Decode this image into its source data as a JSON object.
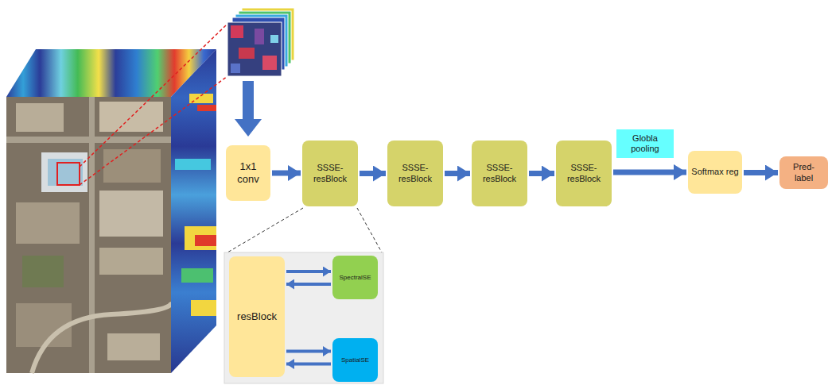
{
  "diagram": {
    "nodes": [
      {
        "text": [
          "1x1 conv"
        ]
      },
      {
        "text": [
          "SSSE- resBlock"
        ]
      },
      {
        "text": [
          "SSSE- resBlock"
        ]
      },
      {
        "text": [
          "SSSE- resBlock"
        ]
      },
      {
        "text": [
          "SSSE- resBlock"
        ]
      },
      {
        "text": [
          "Globla pooling"
        ]
      },
      {
        "text": [
          "Softmax reg"
        ]
      },
      {
        "text": [
          "Pred- label"
        ]
      },
      {
        "text": [
          "resBlock"
        ]
      },
      {
        "text": [
          "SpectralSE"
        ]
      },
      {
        "text": [
          "SpatialSE"
        ]
      }
    ],
    "edges": [
      {
        "from": 0,
        "to": 1,
        "arrow": "to"
      },
      {
        "from": 1,
        "to": 2,
        "arrow": "to"
      },
      {
        "from": 2,
        "to": 3,
        "arrow": "to"
      },
      {
        "from": 3,
        "to": 4,
        "arrow": "to"
      },
      {
        "from": 4,
        "to": 6,
        "arrow": "to"
      },
      {
        "from": 6,
        "to": 7,
        "arrow": "to"
      },
      {
        "from": 8,
        "to": 9,
        "arrow": "to"
      },
      {
        "from": 9,
        "to": 8,
        "arrow": "to"
      },
      {
        "from": 8,
        "to": 10,
        "arrow": "to"
      },
      {
        "from": 10,
        "to": 8,
        "arrow": "to"
      }
    ]
  }
}
